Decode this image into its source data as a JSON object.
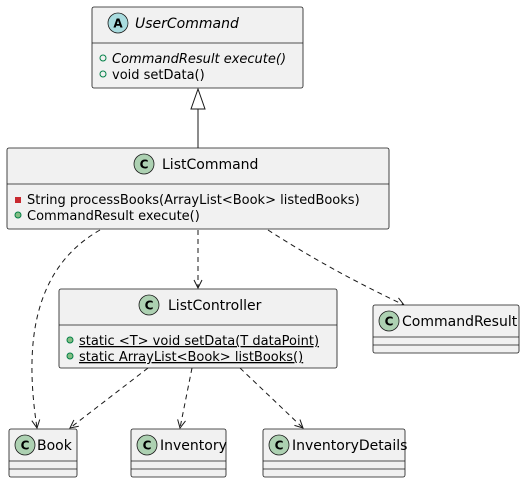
{
  "classes": {
    "user_command": {
      "stereotype": "A",
      "name": "UserCommand",
      "members": [
        "CommandResult execute()",
        "void setData()"
      ]
    },
    "list_command": {
      "stereotype": "C",
      "name": "ListCommand",
      "members": [
        "String processBooks(ArrayList<Book> listedBooks)",
        "CommandResult execute()"
      ]
    },
    "list_controller": {
      "stereotype": "C",
      "name": "ListController",
      "members": [
        "static <T> void setData(T dataPoint)",
        "static ArrayList<Book> listBooks()"
      ]
    },
    "command_result": {
      "stereotype": "C",
      "name": "CommandResult"
    },
    "book": {
      "stereotype": "C",
      "name": "Book"
    },
    "inventory": {
      "stereotype": "C",
      "name": "Inventory"
    },
    "inventory_details": {
      "stereotype": "C",
      "name": "InventoryDetails"
    }
  },
  "colors": {
    "box_fill": "#F1F1F1",
    "border": "#181818",
    "abstract_badge": "#A9DCDF",
    "class_badge": "#ADD1B2",
    "private_marker": "#C82930",
    "public_marker": "#84BE84"
  }
}
